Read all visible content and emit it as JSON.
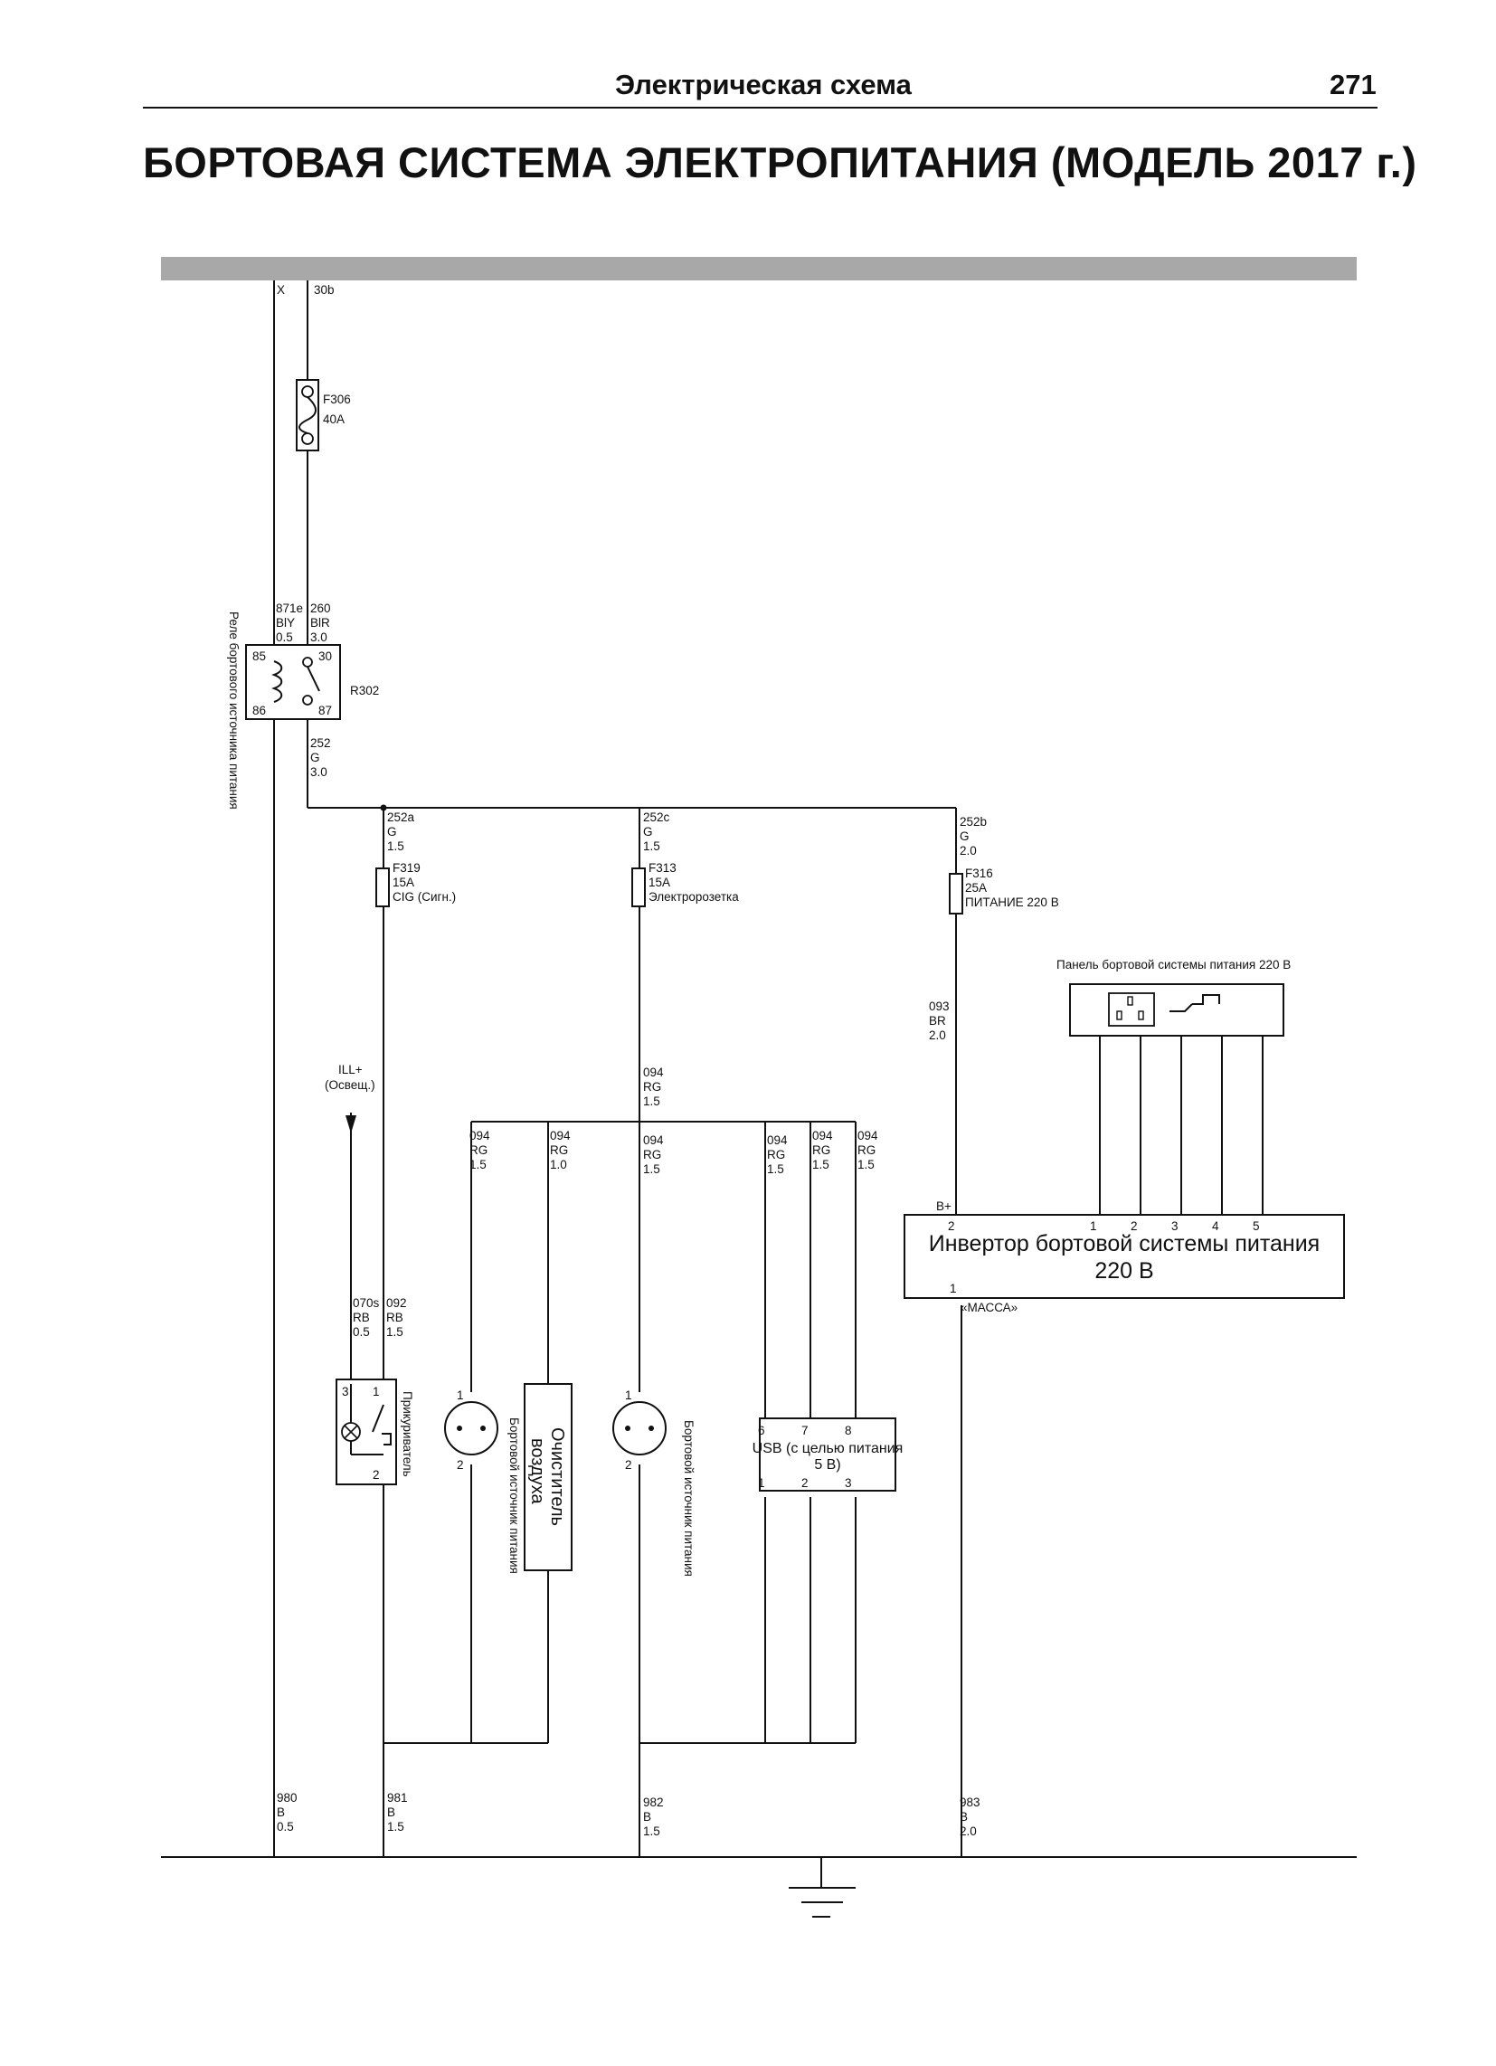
{
  "header": {
    "title": "Электрическая схема",
    "page_number": "271"
  },
  "main_title": "БОРТОВАЯ СИСТЕМА ЭЛЕКТРОПИТАНИЯ (МОДЕЛЬ 2017 г.)",
  "bus": {
    "x": "X",
    "b30": "30b"
  },
  "fuses": {
    "f306": {
      "id": "F306",
      "amp": "40A"
    },
    "f319": {
      "id": "F319",
      "amp": "15A",
      "desc": "CIG (Сигн.)"
    },
    "f313": {
      "id": "F313",
      "amp": "15A",
      "desc": "Электророзетка"
    },
    "f316": {
      "id": "F316",
      "amp": "25A",
      "desc": "ПИТАНИЕ 220 В"
    }
  },
  "relay": {
    "id": "R302",
    "name": "Реле бортового источника питания",
    "pins": {
      "p85": "85",
      "p86": "86",
      "p30": "30",
      "p87": "87"
    }
  },
  "wires": {
    "w871e": {
      "num": "871e",
      "color": "BlY",
      "size": "0.5"
    },
    "w260": {
      "num": "260",
      "color": "BlR",
      "size": "3.0"
    },
    "w252": {
      "num": "252",
      "color": "G",
      "size": "3.0"
    },
    "w252a": {
      "num": "252a",
      "color": "G",
      "size": "1.5"
    },
    "w252c": {
      "num": "252c",
      "color": "G",
      "size": "1.5"
    },
    "w252b": {
      "num": "252b",
      "color": "G",
      "size": "2.0"
    },
    "w093": {
      "num": "093",
      "color": "BR",
      "size": "2.0"
    },
    "w094_main": {
      "num": "094",
      "color": "RG",
      "size": "1.5"
    },
    "w094_a": {
      "num": "094",
      "color": "RG",
      "size": "1.5"
    },
    "w094_b": {
      "num": "094",
      "color": "RG",
      "size": "1.0"
    },
    "w094_c": {
      "num": "094",
      "color": "RG",
      "size": "1.5"
    },
    "w094_d": {
      "num": "094",
      "color": "RG",
      "size": "1.5"
    },
    "w094_e": {
      "num": "094",
      "color": "RG",
      "size": "1.5"
    },
    "w094_f": {
      "num": "094",
      "color": "RG",
      "size": "1.5"
    },
    "w070s": {
      "num": "070s",
      "color": "RB",
      "size": "0.5"
    },
    "w092": {
      "num": "092",
      "color": "RB",
      "size": "1.5"
    },
    "w980": {
      "num": "980",
      "color": "B",
      "size": "0.5"
    },
    "w981": {
      "num": "981",
      "color": "B",
      "size": "1.5"
    },
    "w982": {
      "num": "982",
      "color": "B",
      "size": "1.5"
    },
    "w983": {
      "num": "983",
      "color": "B",
      "size": "2.0"
    }
  },
  "ill": {
    "line1": "ILL+",
    "line2": "(Освещ.)"
  },
  "lighter": {
    "name": "Прикуриватель",
    "p3": "3",
    "p1": "1",
    "p2": "2"
  },
  "socket1": {
    "name": "Бортовой источник питания",
    "p1": "1",
    "p2": "2"
  },
  "socket2": {
    "name": "Бортовой источник питания",
    "p1": "1",
    "p2": "2"
  },
  "air_cleaner": {
    "line1": "Очиститель",
    "line2": "воздуха"
  },
  "usb": {
    "line1": "USB (с целью питания",
    "line2": "5 В)",
    "top_pins": [
      "6",
      "7",
      "8"
    ],
    "bottom_pins": [
      "1",
      "2",
      "3"
    ]
  },
  "panel": {
    "title": "Панель бортовой системы питания 220 В"
  },
  "inverter": {
    "line1": "Инвертор бортовой системы питания",
    "line2": "220 В",
    "b_plus": "B+",
    "pin2": "2",
    "pin1": "1",
    "massa": "«МАССА»",
    "top_pins": [
      "1",
      "2",
      "3",
      "4",
      "5"
    ]
  }
}
